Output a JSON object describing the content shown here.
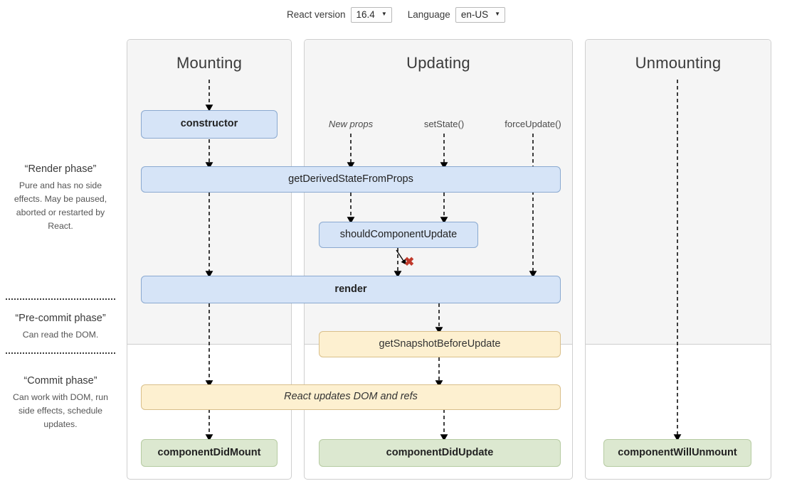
{
  "header": {
    "version_label": "React version",
    "version_value": "16.4",
    "language_label": "Language",
    "language_value": "en-US",
    "caret": "▼"
  },
  "phases": [
    {
      "title": "“Render phase”",
      "desc": "Pure and has no side effects. May be paused, aborted or restarted by React."
    },
    {
      "title": "“Pre-commit phase”",
      "desc": "Can read the DOM."
    },
    {
      "title": "“Commit phase”",
      "desc": "Can work with DOM, run side effects, schedule updates."
    }
  ],
  "columns": [
    {
      "title": "Mounting"
    },
    {
      "title": "Updating"
    },
    {
      "title": "Unmounting"
    }
  ],
  "triggers": [
    {
      "label": "New props"
    },
    {
      "label": "setState()"
    },
    {
      "label": "forceUpdate()"
    }
  ],
  "nodes": {
    "constructor": "constructor",
    "get_derived_state_from_props": "getDerivedStateFromProps",
    "should_component_update": "shouldComponentUpdate",
    "render": "render",
    "get_snapshot_before_update": "getSnapshotBeforeUpdate",
    "react_updates_dom": "React updates DOM and refs",
    "component_did_mount": "componentDidMount",
    "component_did_update": "componentDidUpdate",
    "component_will_unmount": "componentWillUnmount"
  },
  "markers": {
    "skip_render_x": "✖"
  },
  "colors": {
    "blue_fill": "#d6e4f7",
    "blue_border": "#8aa9d0",
    "yellow_fill": "#fdf0d0",
    "yellow_border": "#d9bf8a",
    "green_fill": "#dce8d0",
    "green_border": "#b6cba2",
    "panel_gray": "#f5f5f5",
    "x_red": "#c0392b"
  }
}
